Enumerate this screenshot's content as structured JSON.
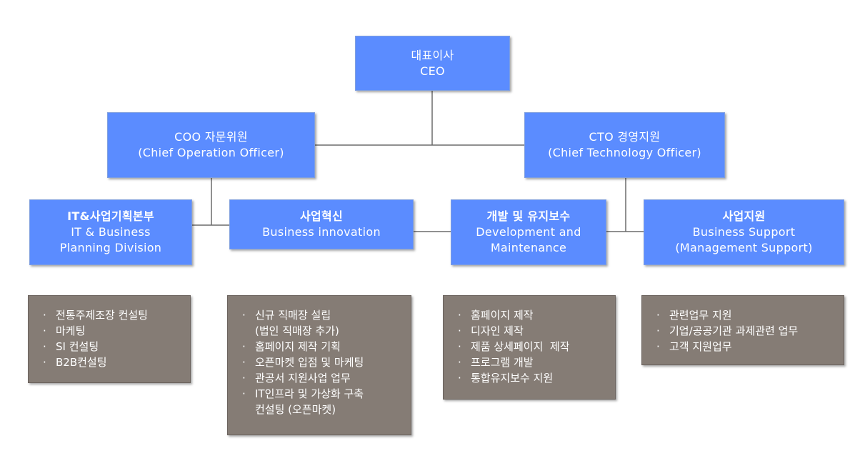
{
  "ceo": {
    "ko": "대표이사",
    "en": "CEO"
  },
  "coo": {
    "ko": "COO 자문위원",
    "en": "(Chief Operation Officer)"
  },
  "cto": {
    "ko": "CTO 경영지원",
    "en": "(Chief Technology Officer)"
  },
  "divisions": [
    {
      "ko": "IT&사업기획본부",
      "en1": "IT & Business",
      "en2": "Planning Division"
    },
    {
      "ko": "사업혁신",
      "en1": "Business innovation",
      "en2": ""
    },
    {
      "ko": "개발 및 유지보수",
      "en1": "Development and",
      "en2": "Maintenance"
    },
    {
      "ko": "사업지원",
      "en1": "Business Support",
      "en2": "(Management Support)"
    }
  ],
  "duties": [
    {
      "items": [
        "전통주제조장 컨설팅",
        "마케팅",
        "SI 컨설팅",
        "B2B컨설팅"
      ]
    },
    {
      "items": [
        "신규 직매장 설립",
        "(법인 직매장 추가)",
        "홈페이지 제작 기획",
        "오픈마켓 입점 및 마케팅",
        "관공서 지원사업 업무",
        "IT인프라 및 가상화 구축",
        "컨설팅 (오픈마켓)"
      ]
    },
    {
      "items": [
        "홈페이지 제작",
        "디자인 제작",
        "제품 상세페이지  제작",
        "프로그램 개발",
        "통합유지보수 지원"
      ]
    },
    {
      "items": [
        "관련업무 지원",
        "기업/공공기관 과제관련 업무",
        "고객 지원업무"
      ]
    }
  ],
  "bullet": "·"
}
